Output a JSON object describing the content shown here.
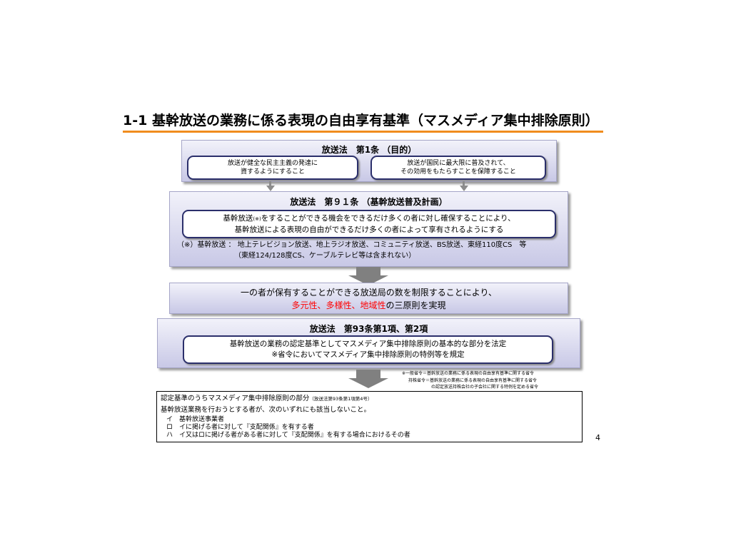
{
  "title": "1-1 基幹放送の業務に係る表現の自由享有基準（マスメディア集中排除原則）",
  "art1": {
    "heading": "放送法　第1条 （目的）",
    "left_line1": "放送が健全な民主主義の発達に",
    "left_line2": "資するようにすること",
    "right_line1": "放送が国民に最大限に普及されて、",
    "right_line2": "その効用をもたらすことを保障すること"
  },
  "art91": {
    "heading": "放送法　第９１条 （基幹放送普及計画）",
    "line1_a": "基幹放送",
    "line1_mark": "(※)",
    "line1_b": "をすることができる機会をできるだけ多くの者に対し確保することにより、",
    "line2": "基幹放送による表現の自由ができるだけ多くの者によって享有されるようにする",
    "note1": "（※）基幹放送 ： 地上テレビジョン放送、地上ラジオ放送、コミュニティ放送、BS放送、東経110度CS　等",
    "note2": "（東経124/128度CS、ケーブルテレビ等は含まれない）"
  },
  "principle": {
    "line1": "一の者が保有することができる放送局の数を制限することにより、",
    "line2_red": "多元性、多様性、地域性",
    "line2_rest": "の三原則を実現"
  },
  "art93": {
    "heading": "放送法　第93条第1項、第2項",
    "line1": "基幹放送の業務の認定基準としてマスメディア集中排除原則の基本的な部分を法定",
    "line2": "※省令においてマスメディア集中排除原則の特例等を規定"
  },
  "footnotes": {
    "note1": "※一般省令＝基幹放送の業務に係る表現の自由享有基準に関する省令",
    "note2": "持株省令＝基幹放送の業務に係る表現の自由享有基準に関する省令",
    "note3": "の認定放送持株会社の子会社に関する特例を定める省令"
  },
  "criteria": {
    "title": "認定基準のうちマスメディア集中排除原則の部分",
    "title_ref": "（放送法第93条第1項第4号）",
    "intro": "基幹放送業務を行おうとする者が、次のいずれにも該当しないこと。",
    "items": [
      "イ　基幹放送事業者",
      "ロ　イに掲げる者に対して『支配関係』を有する者",
      "ハ　イ又はロに掲げる者がある者に対して『支配関係』を有する場合におけるその者"
    ]
  },
  "page_number": "4"
}
